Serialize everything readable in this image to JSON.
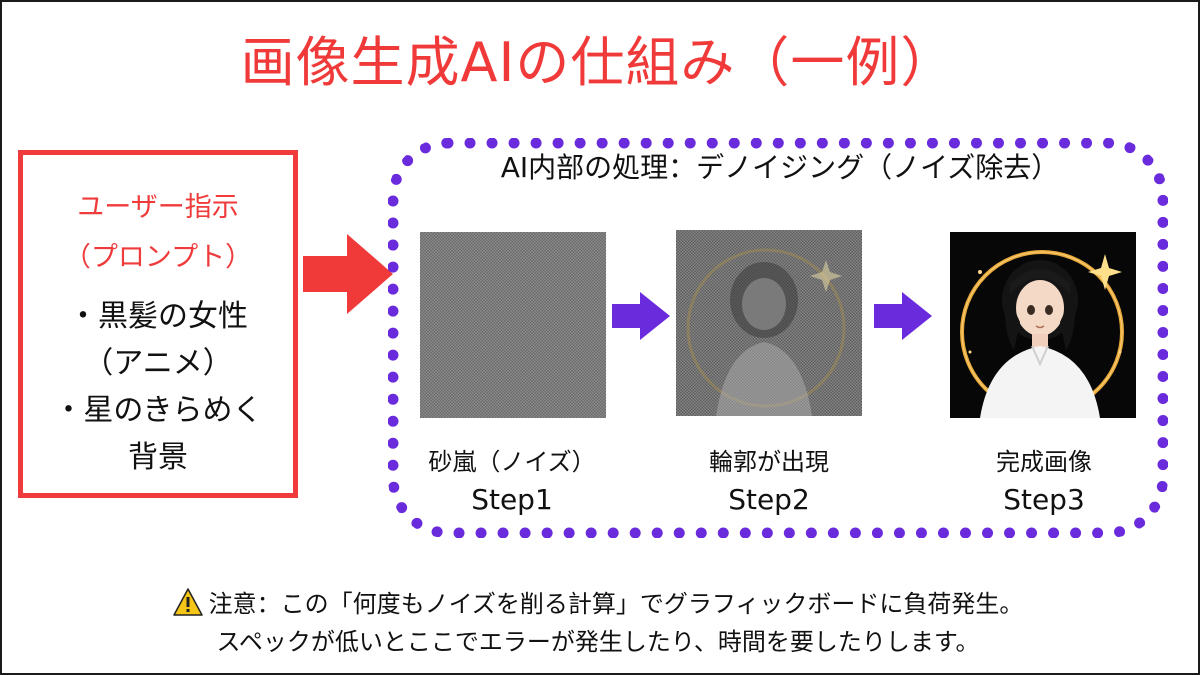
{
  "title": "画像生成AIの仕組み（一例）",
  "prompt": {
    "heading_line1": "ユーザー指示",
    "heading_line2": "（プロンプト）",
    "lines": [
      "・黒髪の女性",
      "（アニメ）",
      "・星のきらめく",
      "背景"
    ]
  },
  "panel": {
    "title": "AI内部の処理：デノイジング（ノイズ除去）"
  },
  "steps": [
    {
      "name": "砂嵐（ノイズ）",
      "step": "Step1"
    },
    {
      "name": "輪郭が出現",
      "step": "Step2"
    },
    {
      "name": "完成画像",
      "step": "Step3"
    }
  ],
  "note": {
    "line1": "注意：この「何度もノイズを削る計算」でグラフィックボードに負荷発生。",
    "line2": "スペックが低いとここでエラーが発生したり、時間を要したりします。"
  },
  "colors": {
    "title": "#f03a3a",
    "prompt_border": "#ef3b3b",
    "dotted_border": "#6a2bdc",
    "step_arrow": "#6a2bdc",
    "warning_icon": "#f5c518"
  }
}
